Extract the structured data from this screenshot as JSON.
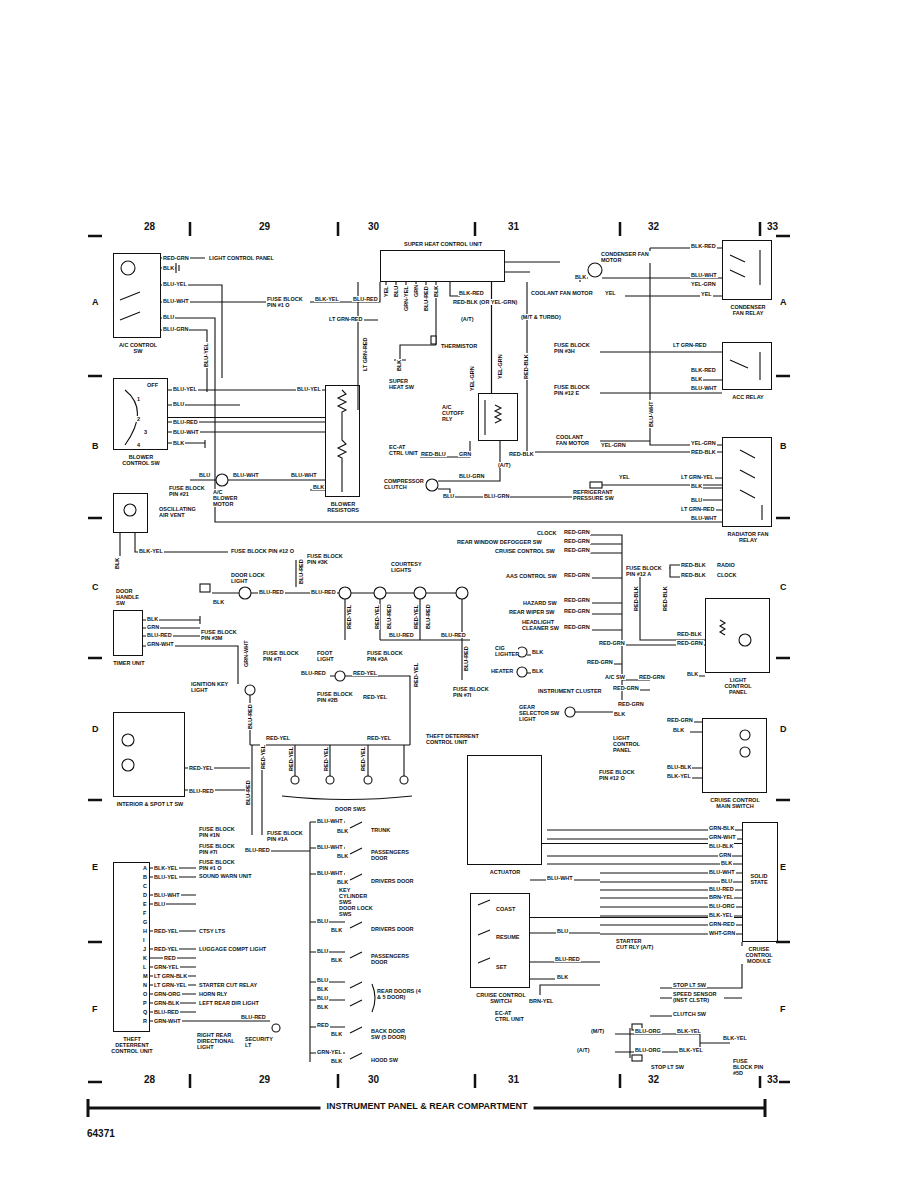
{
  "diagram": {
    "caption": "INSTRUMENT PANEL & REAR COMPARTMENT",
    "nodes": [
      {
        "text": [
          "SUPER HEAT CONTROL UNIT"
        ]
      },
      {
        "text": [
          "A/C CONTROL SW"
        ]
      },
      {
        "text": [
          "BLOWER CONTROL SW"
        ]
      },
      {
        "text": [
          "BLOWER RESISTORS"
        ]
      },
      {
        "text": [
          "OSCILLATING AIR VENT"
        ]
      },
      {
        "text": [
          "CONDENSER FAN RELAY"
        ]
      },
      {
        "text": [
          "ACC RELAY"
        ]
      },
      {
        "text": [
          "RADIATOR FAN RELAY"
        ]
      },
      {
        "text": [
          "A/C CUTOFF RLY"
        ]
      },
      {
        "text": [
          "TIMER UNIT"
        ]
      },
      {
        "text": [
          "INTERIOR & SPOT LT SW"
        ]
      },
      {
        "text": [
          "LIGHT CONTROL PANEL"
        ]
      },
      {
        "text": [
          "CRUISE CONTROL MAIN SWITCH"
        ]
      },
      {
        "text": [
          "ACTUATOR"
        ]
      },
      {
        "text": [
          "SOLID STATE",
          "CRUISE CONTROL MODULE"
        ]
      },
      {
        "text": [
          "COAST",
          "RESUME",
          "SET",
          "CRUISE CONTROL SWITCH"
        ]
      },
      {
        "text": [
          "THEFT DETERRENT CONTROL UNIT"
        ]
      }
    ],
    "edges": [
      {
        "from": 13,
        "to": 14,
        "arrow": "none"
      },
      {
        "from": 15,
        "to": 14,
        "arrow": "none"
      },
      {
        "from": 2,
        "to": 3,
        "arrow": "none"
      },
      {
        "from": 0,
        "to": 8,
        "arrow": "none"
      }
    ],
    "labels": [
      "28",
      "29",
      "30",
      "31",
      "32",
      "33",
      "A",
      "B",
      "C",
      "D",
      "E",
      "F",
      "A",
      "B",
      "C",
      "D",
      "E",
      "F",
      "28",
      "29",
      "30",
      "31",
      "32",
      "33",
      "64371",
      "RED-GRN",
      "LIGHT CONTROL PANEL",
      "BLK",
      "BLU-YEL",
      "BLU-WHT",
      "BLU",
      "BLU-GRN",
      "BLU-YEL",
      "FUSE BLOCK PIN #1 O",
      "BLK-YEL",
      "BLU-RED",
      "LT GRN-RED",
      "LT GRN-RED",
      "YEL",
      "BLU",
      "GRN-YEL",
      "GRN",
      "BLU-RED",
      "BLK",
      "BLK-RED",
      "RED-BLK (OR YEL-GRN)",
      "COOLANT FAN MOTOR",
      "YEL",
      "(A/T)",
      "(M/T & TURBO)",
      "CONDENSER FAN MOTOR",
      "BLK",
      "BLK-RED",
      "BLU-WHT",
      "YEL-GRN",
      "YEL",
      "THERMISTOR",
      "BLK",
      "SUPER HEAT SW",
      "YEL-GRN",
      "RED-BLK",
      "FUSE BLOCK PIN #3H",
      "LT GRN-RED",
      "BLK-RED",
      "BLK",
      "BLU-WHT",
      "FUSE BLOCK PIN #12 E",
      "BLU-WHT",
      "YEL-GRN",
      "COOLANT FAN MOTOR",
      "YEL-GRN",
      "YEL-GRN",
      "RED-BLK",
      "EC-AT CTRL UNIT",
      "RED-BLU",
      "GRN",
      "RED-BLK",
      "(A/T)",
      "COMPRESSOR CLUTCH",
      "BLU-GRN",
      "BLU",
      "BLU-GRN",
      "REFRIGERANT PRESSURE SW",
      "YEL",
      "LT GRN-YEL",
      "BLK",
      "BLU",
      "LT GRN-RED",
      "BLU-WHT",
      "OFF",
      "1",
      "2",
      "3",
      "4",
      "BLU-YEL",
      "BLU",
      "BLU-RED",
      "BLU-WHT",
      "BLK",
      "BLU-YEL",
      "FUSE BLOCK PIN #21",
      "BLU",
      "BLU-WHT",
      "BLU-WHT",
      "BLK",
      "A/C BLOWER MOTOR",
      "BLK",
      "BLK-YEL",
      "FUSE BLOCK PIN #12 O",
      "CLOCK",
      "RED-GRN",
      "REAR WINDOW DEFOGGER SW",
      "RED-GRN",
      "CRUISE CONTROL SW",
      "RED-GRN",
      "AAS CONTROL SW",
      "RED-GRN",
      "FUSE BLOCK PIN #12 A",
      "RED-BLK",
      "RED-BLK",
      "RED-BLK",
      "RADIO",
      "RED-BLK",
      "CLOCK",
      "HAZARD SW",
      "RED-GRN",
      "REAR WIPER SW",
      "RED-GRN",
      "HEADLIGHT CLEANER SW",
      "RED-GRN",
      "CIG LIGHTER",
      "BLK",
      "RED-GRN",
      "RED-GRN",
      "HEATER",
      "BLK",
      "A/C SW",
      "RED-GRN",
      "INSTRUMENT CLUSTER",
      "RED-GRN",
      "GEAR SELECTOR SW LIGHT",
      "RED-GRN",
      "BLK",
      "RED-BLK",
      "RED-GRN",
      "BLK",
      "DOOR HANDLE SW",
      "BLK",
      "DOOR LOCK LIGHT",
      "FUSE BLOCK PIN #3K",
      "BLU-RED",
      "COURTESY LIGHTS",
      "BLU-RED",
      "BLU-RED",
      "RED-YEL",
      "RED-YEL",
      "BLU-RED",
      "RED-YEL",
      "BLU-RED",
      "BLU-RED",
      "BLU-RED",
      "GRN-WHT",
      "BLK",
      "GRN",
      "BLU-RED",
      "GRN-WHT",
      "FUSE BLOCK PIN #3M",
      "FUSE BLOCK PIN #7I",
      "FOOT LIGHT",
      "FUSE BLOCK PIN #3A",
      "RED-YEL",
      "BLU-RED",
      "BLU-RED",
      "RED-YEL",
      "FUSE BLOCK PIN #7I",
      "IGNITION KEY LIGHT",
      "FUSE BLOCK PIN #2B",
      "RED-YEL",
      "THEFT DETERRENT CONTROL UNIT",
      "BLU-RED",
      "RED-YEL",
      "RED-YEL",
      "RED-YEL",
      "RED-YEL",
      "RED-YEL",
      "RED-YEL",
      "RED-YEL",
      "BLU-RED",
      "BLU-RED",
      "DOOR SWS",
      "FUSE BLOCK PIN #1N",
      "FUSE BLOCK PIN #1A",
      "BLU-WHT",
      "BLK",
      "TRUNK",
      "BLU-WHT",
      "BLK",
      "PASSENGERS DOOR",
      "BLU-WHT",
      "BLK",
      "DRIVERS DOOR",
      "KEY CYLINDER SWS",
      "FUSE BLOCK PIN #7I",
      "BLU-RED",
      "BLK-YEL",
      "FUSE BLOCK PIN #1 O",
      "BLU-YEL",
      "SOUND WARN UNIT",
      "BLU-WHT",
      "BLU",
      "RED-YEL",
      "CTSY LTS",
      "RED-YEL",
      "LUGGAGE COMPT LIGHT",
      "RED",
      "GRN-YEL",
      "LT GRN-BLK",
      "LT GRN-YEL",
      "STARTER CUT RELAY",
      "GRN-ORG",
      "HORN RLY",
      "GRN-BLK",
      "LEFT REAR DIR LIGHT",
      "BLU-RED",
      "BLU-RED",
      "GRN-WHT",
      "RIGHT REAR DIRECTIONAL LIGHT",
      "SECURITY LT",
      "DOOR LOCK SWS",
      "BLU",
      "BLK",
      "DRIVERS DOOR",
      "BLU",
      "BLK",
      "PASSENGERS DOOR",
      "BLU",
      "BLK",
      "BLU",
      "BLK",
      "REAR DOORS (4 & 5 DOOR)",
      "RED",
      "BLK",
      "BACK DOOR SW (5 DOOR)",
      "GRN-YEL",
      "BLK",
      "HOOD SW",
      "RED-GRN",
      "BLK",
      "LIGHT CONTROL PANEL",
      "FUSE BLOCK PIN #12 O",
      "BLU-BLK",
      "BLK-YEL",
      "GRN-BLK",
      "GRN-WHT",
      "BLU-BLK",
      "GRN",
      "BLK",
      "BLU-WHT",
      "BLU",
      "BLU-RED",
      "BRN-YEL",
      "BLU-ORG",
      "BLK-YEL",
      "GRN-RED",
      "WHT-GRN",
      "BLU-WHT",
      "BLU",
      "BLU-RED",
      "BLK",
      "STARTER CUT RLY (A/T)",
      "BRN-YEL",
      "EC-AT CTRL UNIT",
      "STOP LT SW",
      "SPEED SENSOR (INST CLSTR)",
      "CLUTCH SW",
      "(M/T)",
      "BLU-ORG",
      "BLK-YEL",
      "BLK-YEL",
      "(A/T)",
      "BLU-ORG",
      "BLK-YEL",
      "STOP LT SW",
      "FUSE BLOCK PIN #5D",
      "A",
      "B",
      "C",
      "D",
      "E",
      "F",
      "G",
      "H",
      "I",
      "J",
      "K",
      "L",
      "M",
      "N",
      "O",
      "P",
      "Q",
      "R"
    ]
  }
}
